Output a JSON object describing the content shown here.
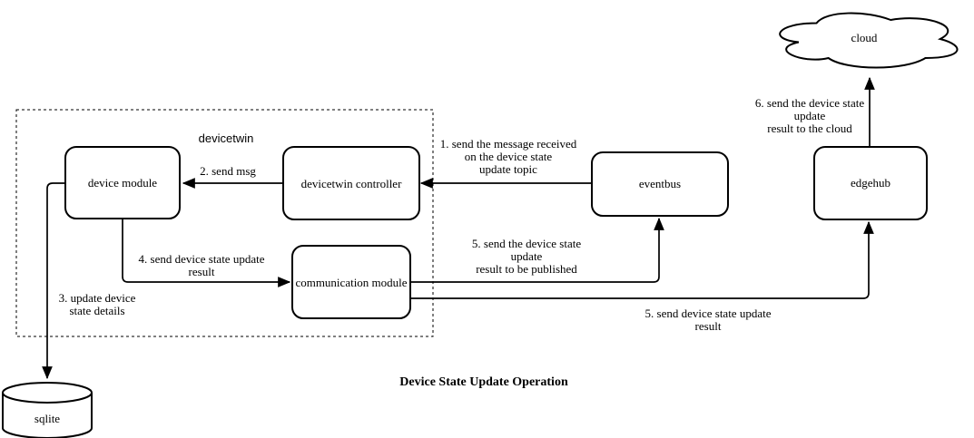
{
  "diagram": {
    "title": "Device State Update Operation",
    "container": {
      "label": "devicetwin"
    },
    "nodes": {
      "device_module": {
        "label": "device module"
      },
      "devicetwin_controller": {
        "label": "devicetwin controller"
      },
      "communication_module": {
        "label": "communication module"
      },
      "eventbus": {
        "label": "eventbus"
      },
      "edgehub": {
        "label": "edgehub"
      },
      "cloud": {
        "label": "cloud"
      },
      "sqlite": {
        "label": "sqlite"
      }
    },
    "edges": {
      "msg_received": {
        "label": "1. send the message received\non the device state\nupdate topic"
      },
      "send_msg": {
        "label": "2. send msg"
      },
      "update_state": {
        "label": "3. update device\nstate details"
      },
      "send_update_result": {
        "label": "4. send device state update\nresult"
      },
      "publish_result": {
        "label": "5. send the device state\nupdate\nresult to be published"
      },
      "result_to_edgehub": {
        "label": "5. send device state update\nresult"
      },
      "result_to_cloud": {
        "label": "6. send the device state\nupdate\nresult to the cloud"
      }
    },
    "colors": {
      "stroke": "#000000",
      "background": "#ffffff"
    }
  }
}
